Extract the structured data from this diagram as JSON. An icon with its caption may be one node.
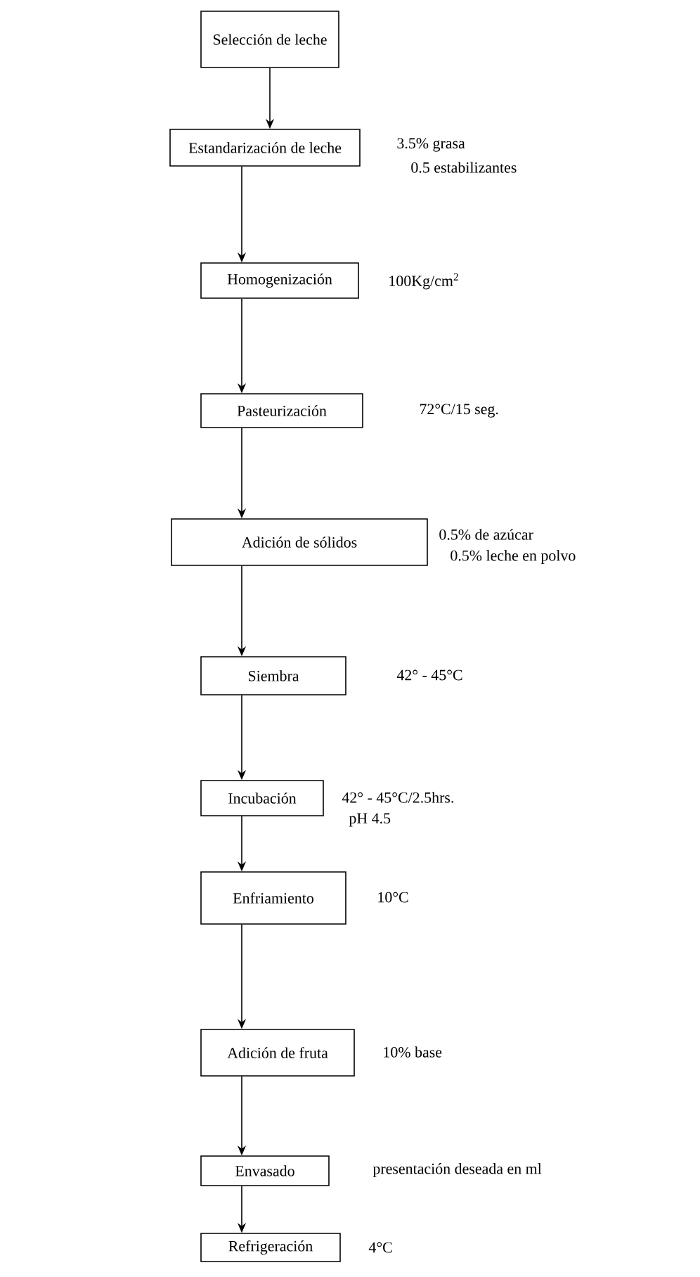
{
  "diagram": {
    "nodes": [
      {
        "text": [
          "Selección de leche"
        ]
      },
      {
        "text": [
          "Estandarización de leche"
        ],
        "beside": [
          "3.5% grasa",
          "0.5 estabilizantes"
        ]
      },
      {
        "text": [
          "Homogenización"
        ],
        "beside": [
          "100Kg/cm$^{2}$"
        ]
      },
      {
        "text": [
          "Pasteurización"
        ],
        "beside": [
          "72°C/15 seg."
        ]
      },
      {
        "text": [
          "Adición de sólidos"
        ],
        "beside": [
          "0.5% de azúcar",
          "0.5% leche en polvo"
        ]
      },
      {
        "text": [
          "Siembra"
        ],
        "beside": [
          "42° - 45°C"
        ]
      },
      {
        "text": [
          "Incubación"
        ],
        "beside": [
          "42° - 45°C/2.5hrs.",
          "pH 4.5"
        ]
      },
      {
        "text": [
          "Enfriamiento"
        ],
        "beside": [
          "10°C"
        ]
      },
      {
        "text": [
          "Adición de fruta"
        ],
        "beside": [
          "10% base"
        ]
      },
      {
        "text": [
          "Envasado"
        ],
        "beside": [
          "presentación deseada en ml"
        ]
      },
      {
        "text": [
          "Refrigeración"
        ],
        "beside": [
          "4°C"
        ]
      }
    ],
    "edges": [
      {
        "from": 0,
        "to": 1,
        "arrow": "to"
      },
      {
        "from": 1,
        "to": 2,
        "arrow": "to"
      },
      {
        "from": 2,
        "to": 3,
        "arrow": "to"
      },
      {
        "from": 3,
        "to": 4,
        "arrow": "to"
      },
      {
        "from": 4,
        "to": 5,
        "arrow": "to"
      },
      {
        "from": 5,
        "to": 6,
        "arrow": "to"
      },
      {
        "from": 6,
        "to": 7,
        "arrow": "to"
      },
      {
        "from": 7,
        "to": 8,
        "arrow": "to"
      },
      {
        "from": 8,
        "to": 9,
        "arrow": "to"
      },
      {
        "from": 9,
        "to": 10,
        "arrow": "to"
      }
    ]
  }
}
